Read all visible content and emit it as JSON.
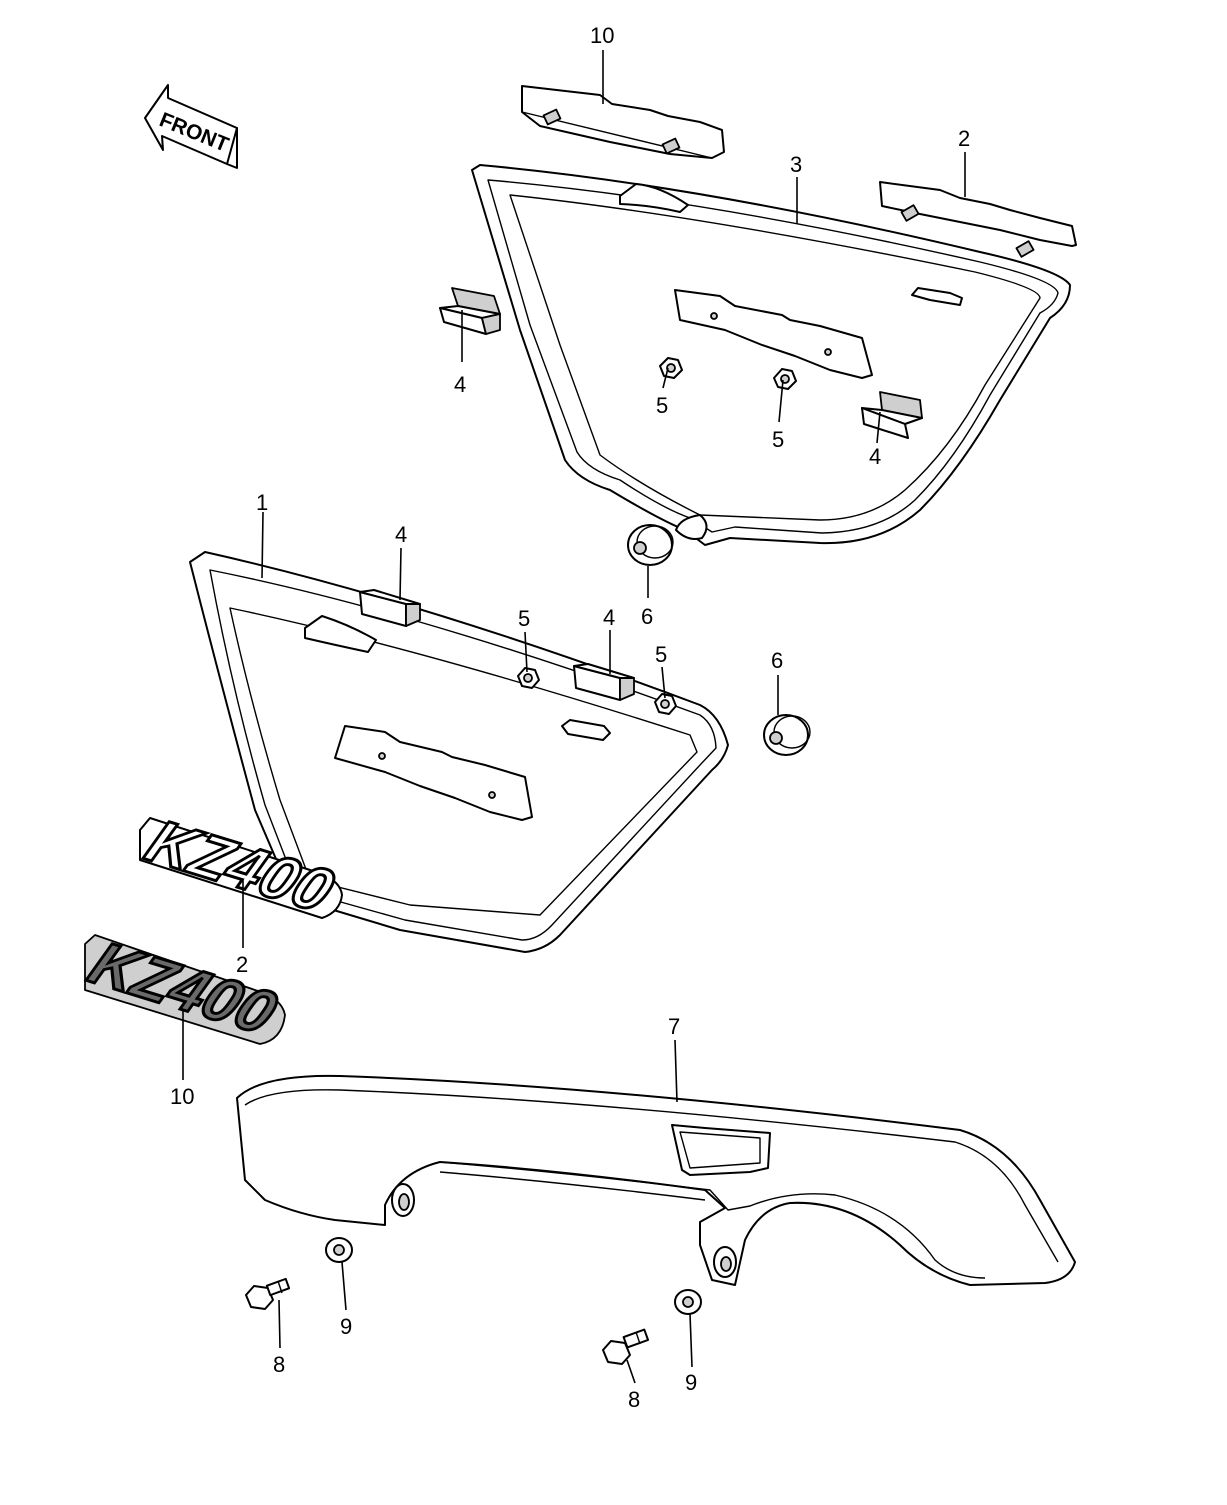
{
  "front_arrow": {
    "label": "FRONT"
  },
  "emblems": {
    "outline": {
      "text": "KZ400"
    },
    "solid": {
      "text": "KZ400"
    }
  },
  "callouts": [
    {
      "id": "c10-top",
      "text": "10"
    },
    {
      "id": "c2-top",
      "text": "2"
    },
    {
      "id": "c3",
      "text": "3"
    },
    {
      "id": "c4-left",
      "text": "4"
    },
    {
      "id": "c5-a",
      "text": "5"
    },
    {
      "id": "c5-b",
      "text": "5"
    },
    {
      "id": "c4-right",
      "text": "4"
    },
    {
      "id": "c1",
      "text": "1"
    },
    {
      "id": "c4-mid",
      "text": "4"
    },
    {
      "id": "c6-a",
      "text": "6"
    },
    {
      "id": "c5-c",
      "text": "5"
    },
    {
      "id": "c4-mid2",
      "text": "4"
    },
    {
      "id": "c5-d",
      "text": "5"
    },
    {
      "id": "c6-b",
      "text": "6"
    },
    {
      "id": "c2-bottom",
      "text": "2"
    },
    {
      "id": "c10-bottom",
      "text": "10"
    },
    {
      "id": "c7",
      "text": "7"
    },
    {
      "id": "c9-a",
      "text": "9"
    },
    {
      "id": "c8-a",
      "text": "8"
    },
    {
      "id": "c9-b",
      "text": "9"
    },
    {
      "id": "c8-b",
      "text": "8"
    }
  ]
}
